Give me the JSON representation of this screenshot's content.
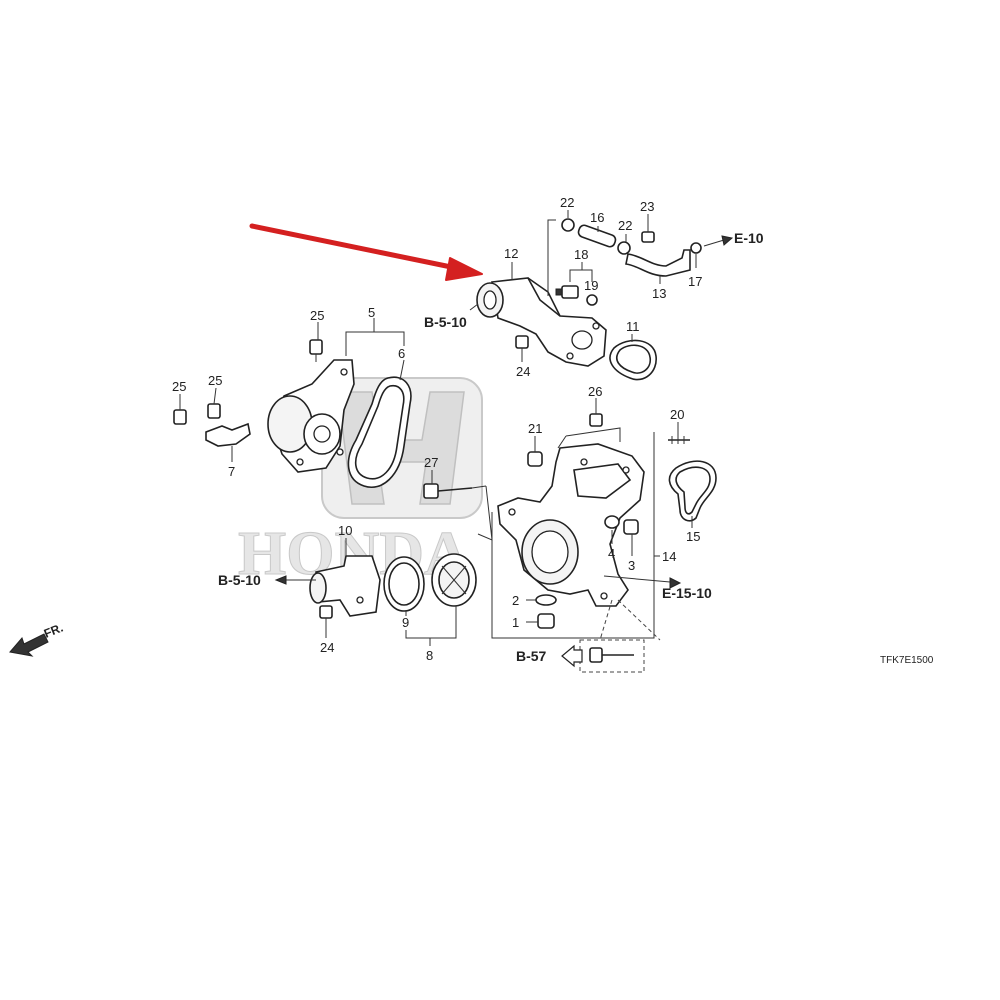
{
  "diagram": {
    "watermark": {
      "brand": "HONDA"
    },
    "part_numbers": {
      "p1": "1",
      "p2": "2",
      "p3": "3",
      "p4": "4",
      "p5": "5",
      "p6": "6",
      "p7": "7",
      "p8": "8",
      "p9": "9",
      "p10": "10",
      "p11": "11",
      "p12": "12",
      "p13": "13",
      "p14": "14",
      "p15": "15",
      "p16": "16",
      "p17": "17",
      "p18": "18",
      "p19": "19",
      "p20": "20",
      "p21": "21",
      "p22": "22",
      "p23": "23",
      "p24": "24",
      "p25": "25",
      "p26": "26",
      "p27": "27"
    },
    "refs": {
      "b510": "B-5-10",
      "e10": "E-10",
      "e1510": "E-15-10",
      "b57": "B-57"
    },
    "direction_label": "FR.",
    "diagram_code": "TFK7E1500",
    "colors": {
      "line": "#222222",
      "watermark": "#c9c9c9",
      "annotation_arrow": "#d42020"
    }
  }
}
